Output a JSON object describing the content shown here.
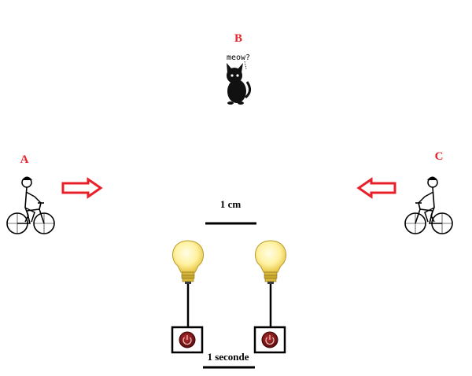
{
  "labels": {
    "a": "A",
    "b": "B",
    "c": "C",
    "scale_length": "1 cm",
    "scale_time": "1 seconde",
    "cat_speech": "meow?"
  },
  "colors": {
    "label": "#e8202a",
    "arrow": "#e8202a",
    "ink": "#000000",
    "bulb_glow": "#fff3a8",
    "bulb_base": "#d8b83a",
    "button": "#8b1a1a"
  },
  "icons": {
    "cyclist_a": "cyclist-icon",
    "cyclist_c": "cyclist-icon",
    "cat": "cat-icon",
    "arrow_right": "arrow-right-icon",
    "arrow_left": "arrow-left-icon",
    "bulbs": "lightbulb-icon",
    "switches": "power-button-icon"
  }
}
